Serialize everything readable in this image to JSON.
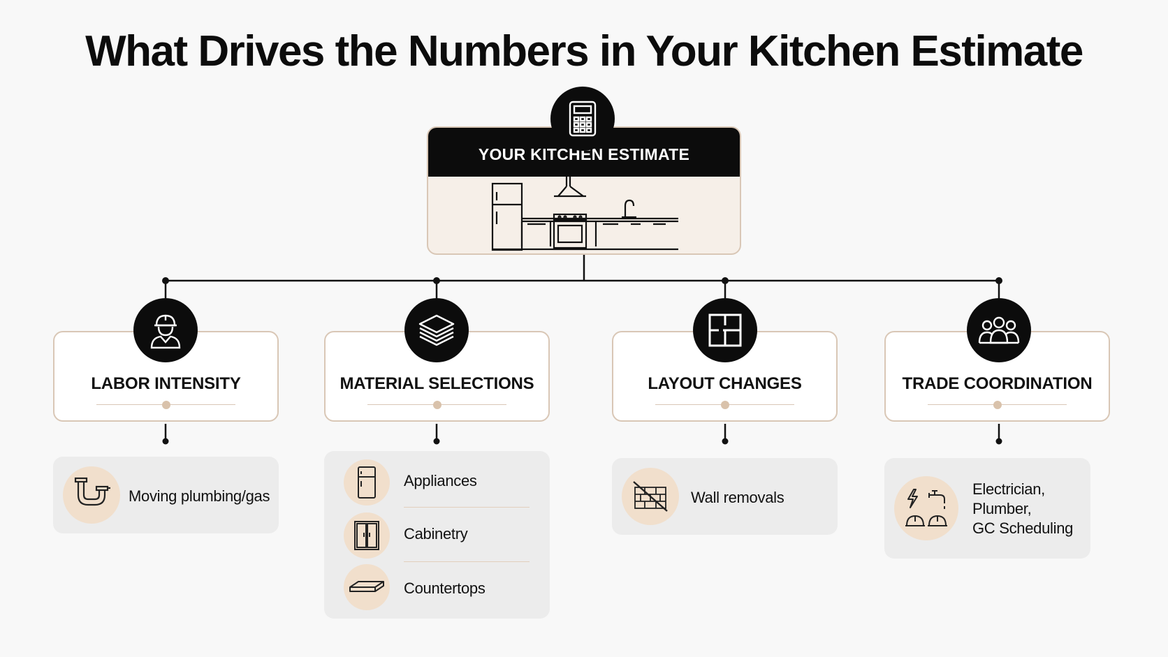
{
  "title": "What Drives the Numbers in Your Kitchen Estimate",
  "root": {
    "label": "YOUR KITCHEN ESTIMATE",
    "icon": "calculator-icon"
  },
  "categories": [
    {
      "label": "LABOR INTENSITY",
      "icon": "worker-icon"
    },
    {
      "label": "MATERIAL SELECTIONS",
      "icon": "stacked-layers-icon"
    },
    {
      "label": "LAYOUT CHANGES",
      "icon": "floor-plan-icon"
    },
    {
      "label": "TRADE COORDINATION",
      "icon": "team-icon"
    }
  ],
  "details": {
    "labor": [
      {
        "text": "Moving plumbing/gas",
        "icon": "pipe-icon"
      }
    ],
    "materials": [
      {
        "text": "Appliances",
        "icon": "refrigerator-icon"
      },
      {
        "text": "Cabinetry",
        "icon": "cabinet-icon"
      },
      {
        "text": "Countertops",
        "icon": "countertop-slab-icon"
      }
    ],
    "layout": [
      {
        "text": "Wall removals",
        "icon": "wall-removal-icon"
      }
    ],
    "trades": [
      {
        "lines": [
          "Electrician,",
          "Plumber,",
          "GC Scheduling"
        ],
        "icon": "trades-tools-icon"
      }
    ]
  },
  "colors": {
    "black": "#0c0c0c",
    "beige": "#f1dfcc",
    "card_border": "#d9c7b6",
    "panel_bg": "#ececec",
    "root_art_bg": "#f6efe8"
  }
}
